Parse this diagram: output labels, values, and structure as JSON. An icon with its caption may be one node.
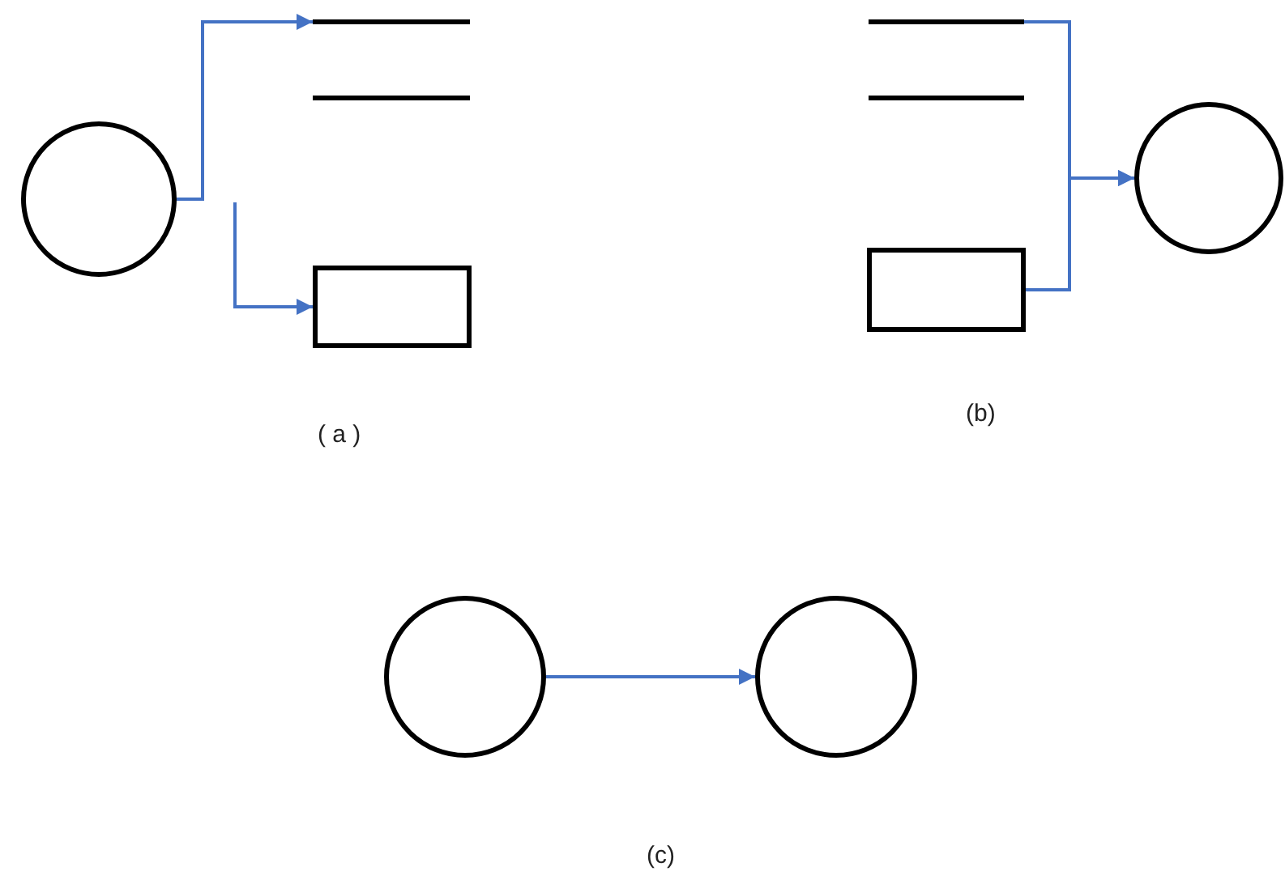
{
  "diagram": {
    "nodes": [
      {
        "text": [],
        "shape": "circle"
      },
      {
        "text": [],
        "shape": "lines"
      },
      {
        "text": [],
        "shape": "box"
      },
      {
        "text": [],
        "shape": "lines"
      },
      {
        "text": [],
        "shape": "box"
      },
      {
        "text": [],
        "shape": "circle"
      },
      {
        "text": [],
        "shape": "circle"
      },
      {
        "text": [],
        "shape": "circle"
      }
    ],
    "edges": [
      {
        "from": 0,
        "to": 1,
        "arrow": "to"
      },
      {
        "from": null,
        "to": 2,
        "arrow": "to"
      },
      {
        "from": 3,
        "to": 5,
        "arrow": "to"
      },
      {
        "from": 4,
        "to": 5,
        "arrow": "to"
      },
      {
        "from": 6,
        "to": 7,
        "arrow": "to"
      }
    ],
    "labels": [
      "( a )",
      "(b)",
      "(c)"
    ]
  }
}
